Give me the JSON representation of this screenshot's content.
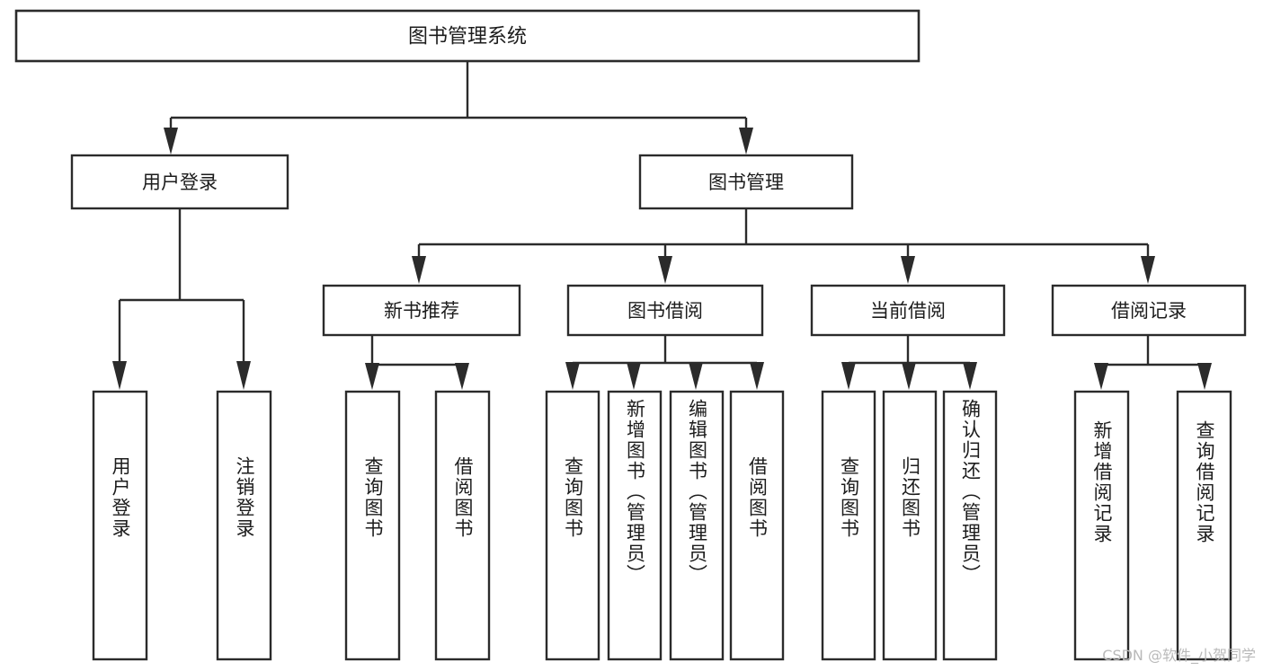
{
  "diagram": {
    "title": "图书管理系统",
    "type": "tree",
    "root": {
      "id": "root",
      "label": "图书管理系统",
      "orientation": "horizontal"
    },
    "level2": [
      {
        "id": "user-login",
        "label": "用户登录",
        "orientation": "horizontal"
      },
      {
        "id": "book-management",
        "label": "图书管理",
        "orientation": "horizontal"
      }
    ],
    "level3": [
      {
        "id": "new-book-recommend",
        "label": "新书推荐",
        "parent": "book-management",
        "orientation": "horizontal"
      },
      {
        "id": "book-borrow",
        "label": "图书借阅",
        "parent": "book-management",
        "orientation": "horizontal"
      },
      {
        "id": "current-borrow",
        "label": "当前借阅",
        "parent": "book-management",
        "orientation": "horizontal"
      },
      {
        "id": "borrow-record",
        "label": "借阅记录",
        "parent": "book-management",
        "orientation": "horizontal"
      }
    ],
    "leaves": [
      {
        "id": "leaf-user-login",
        "label": "用户登录",
        "parent": "user-login",
        "orientation": "vertical"
      },
      {
        "id": "leaf-logout-login",
        "label": "注销登录",
        "parent": "user-login",
        "orientation": "vertical"
      },
      {
        "id": "leaf-query-book-1",
        "label": "查询图书",
        "parent": "new-book-recommend",
        "orientation": "vertical"
      },
      {
        "id": "leaf-borrow-book-1",
        "label": "借阅图书",
        "parent": "new-book-recommend",
        "orientation": "vertical"
      },
      {
        "id": "leaf-query-book-2",
        "label": "查询图书",
        "parent": "book-borrow",
        "orientation": "vertical"
      },
      {
        "id": "leaf-add-book",
        "label": "新增图书（管理员）",
        "parent": "book-borrow",
        "orientation": "vertical"
      },
      {
        "id": "leaf-edit-book",
        "label": "编辑图书（管理员）",
        "parent": "book-borrow",
        "orientation": "vertical"
      },
      {
        "id": "leaf-borrow-book-2",
        "label": "借阅图书",
        "parent": "book-borrow",
        "orientation": "vertical"
      },
      {
        "id": "leaf-query-book-3",
        "label": "查询图书",
        "parent": "current-borrow",
        "orientation": "vertical"
      },
      {
        "id": "leaf-return-book",
        "label": "归还图书",
        "parent": "current-borrow",
        "orientation": "vertical"
      },
      {
        "id": "leaf-confirm-return",
        "label": "确认归还（管理员）",
        "parent": "current-borrow",
        "orientation": "vertical"
      },
      {
        "id": "leaf-add-record",
        "label": "新增借阅记录",
        "parent": "borrow-record",
        "orientation": "vertical"
      },
      {
        "id": "leaf-query-record",
        "label": "查询借阅记录",
        "parent": "borrow-record",
        "orientation": "vertical"
      }
    ],
    "colors": {
      "stroke": "#2b2b2b",
      "fill": "#ffffff",
      "text": "#1c1c1c",
      "watermark": "#b9b9b9",
      "background": "#ffffff"
    }
  },
  "watermark": {
    "text": "CSDN @软件_小贺同学"
  }
}
